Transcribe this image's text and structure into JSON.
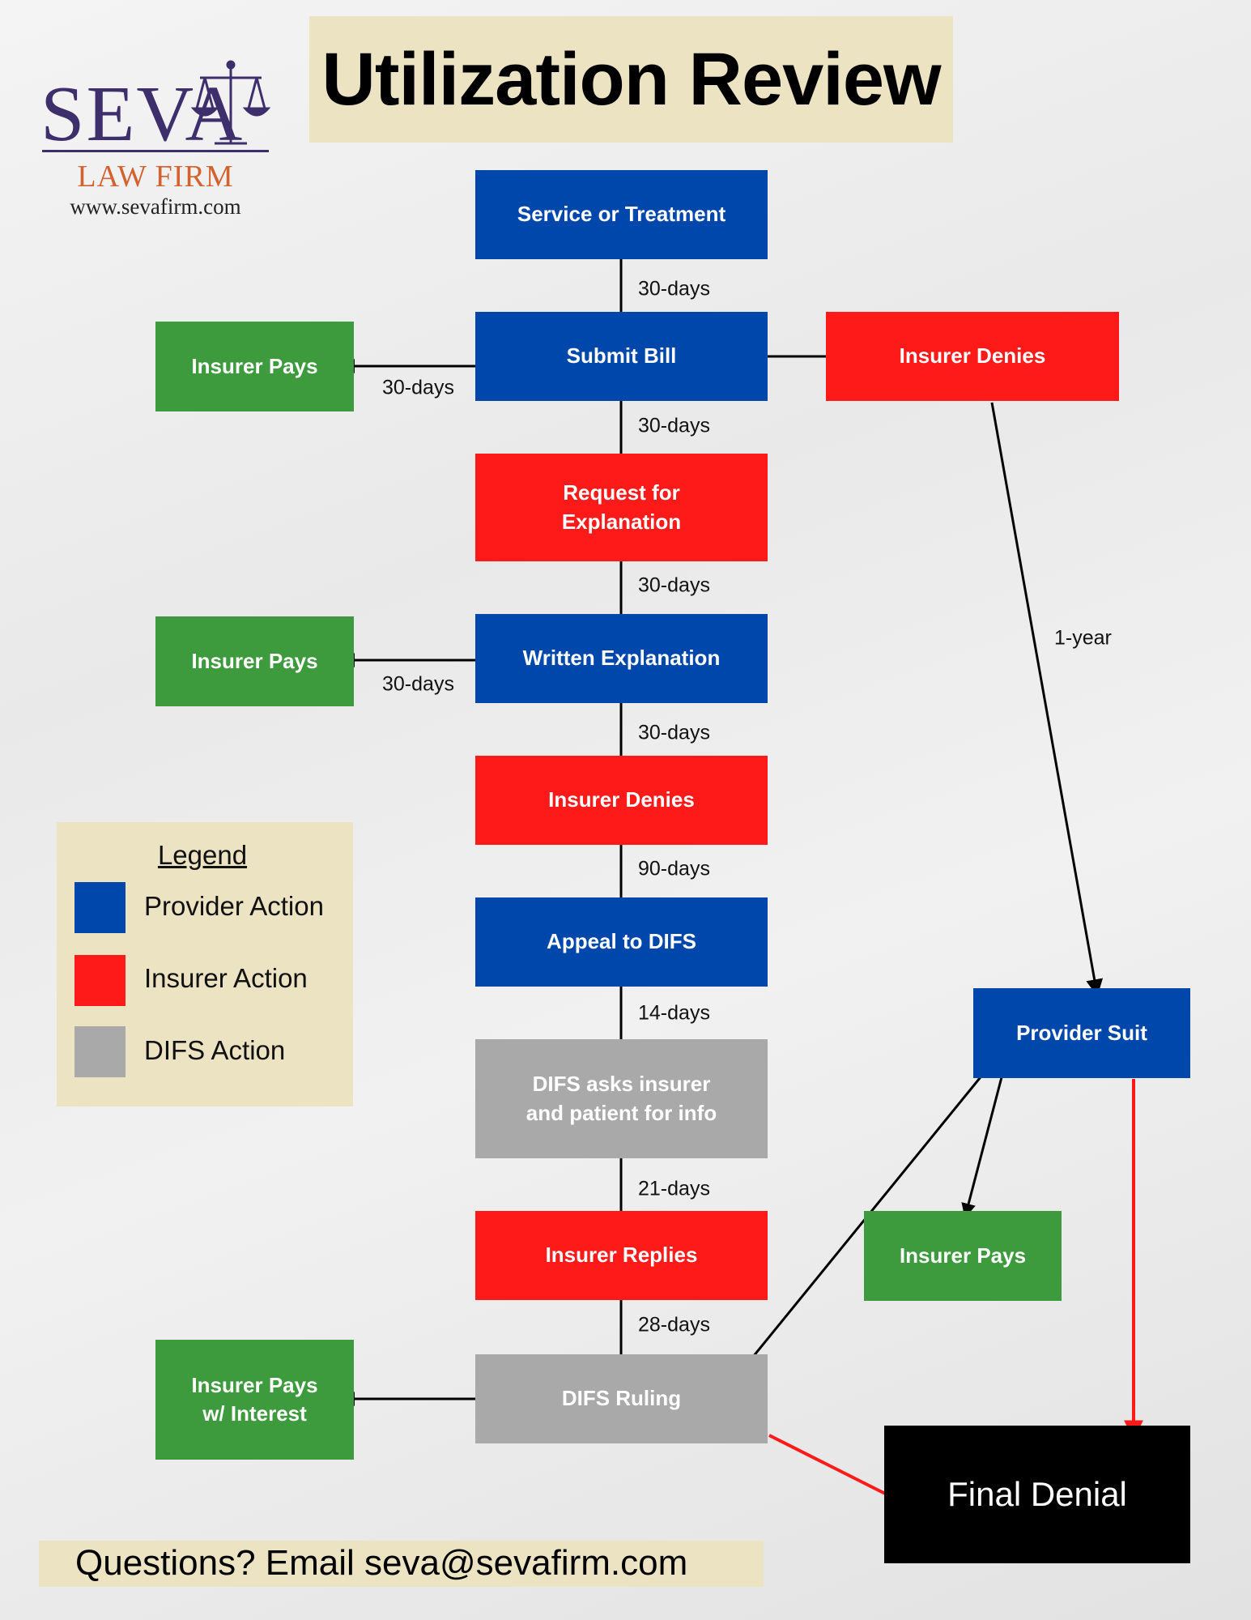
{
  "title": "Utilization Review",
  "logo": {
    "name": "SEVA",
    "subtitle": "LAW FIRM",
    "url": "www.sevafirm.com",
    "icon": "scales-of-justice-icon",
    "color": "#3c2f6b",
    "subtitle_color": "#d2622f"
  },
  "colors": {
    "provider": "#0047ab",
    "insurer": "#ff1a1a",
    "difs": "#a9a9a9",
    "pays": "#3d9b3d",
    "final": "#000000",
    "band": "#ece3c2"
  },
  "nodes": {
    "service": "Service or Treatment",
    "submit_bill": "Submit Bill",
    "insurer_pays_1": "Insurer Pays",
    "insurer_denies_right": "Insurer Denies",
    "request_explanation": "Request for\nExplanation",
    "written_explanation": "Written Explanation",
    "insurer_pays_2": "Insurer Pays",
    "insurer_denies": "Insurer Denies",
    "appeal_difs": "Appeal to DIFS",
    "difs_asks": "DIFS asks insurer\nand patient for info",
    "insurer_replies": "Insurer Replies",
    "difs_ruling": "DIFS Ruling",
    "insurer_pays_interest": "Insurer Pays\nw/ Interest",
    "provider_suit": "Provider Suit",
    "insurer_pays_3": "Insurer Pays",
    "final_denial": "Final Denial"
  },
  "edge_labels": {
    "service_to_bill": "30-days",
    "bill_to_pays": "30-days",
    "bill_to_request": "30-days",
    "request_to_written": "30-days",
    "written_to_pays": "30-days",
    "written_to_denies": "30-days",
    "denies_to_appeal": "90-days",
    "appeal_to_asks": "14-days",
    "asks_to_replies": "21-days",
    "replies_to_ruling": "28-days",
    "denies_to_suit": "1-year"
  },
  "legend": {
    "title": "Legend",
    "items": [
      {
        "label": "Provider Action",
        "color": "#0047ab"
      },
      {
        "label": "Insurer Action",
        "color": "#ff1a1a"
      },
      {
        "label": "DIFS Action",
        "color": "#a9a9a9"
      }
    ]
  },
  "footer": "Questions? Email seva@sevafirm.com"
}
